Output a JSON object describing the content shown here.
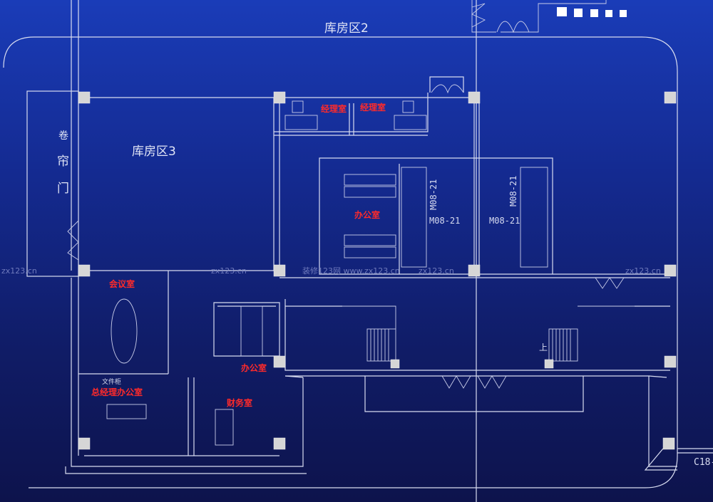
{
  "zones": {
    "warehouse_2": "库房区2",
    "warehouse_3": "库房区3",
    "roller_door": [
      "卷",
      "帘",
      "门"
    ]
  },
  "rooms": {
    "manager_room_1": "经理室",
    "manager_room_2": "经理室",
    "open_office": "办公室",
    "meeting_room": "会议室",
    "file_cabinet": "文件柜",
    "gm_office": "总经理办公室",
    "small_office": "办公室",
    "finance_room": "财务室"
  },
  "door_codes": [
    "M08-21",
    "M08-21",
    "M08-21",
    "M08-21"
  ],
  "window_code": "C18-",
  "stair_label": "上",
  "watermarks": [
    "zx123.cn",
    "zx123.cn",
    "装修123网 www.zx123.cn",
    "zx123.cn",
    "zx123.cn"
  ],
  "colors": {
    "room_label": "#ff2a2a",
    "line": "#d8dcf0",
    "column": "#d6d6d6"
  }
}
